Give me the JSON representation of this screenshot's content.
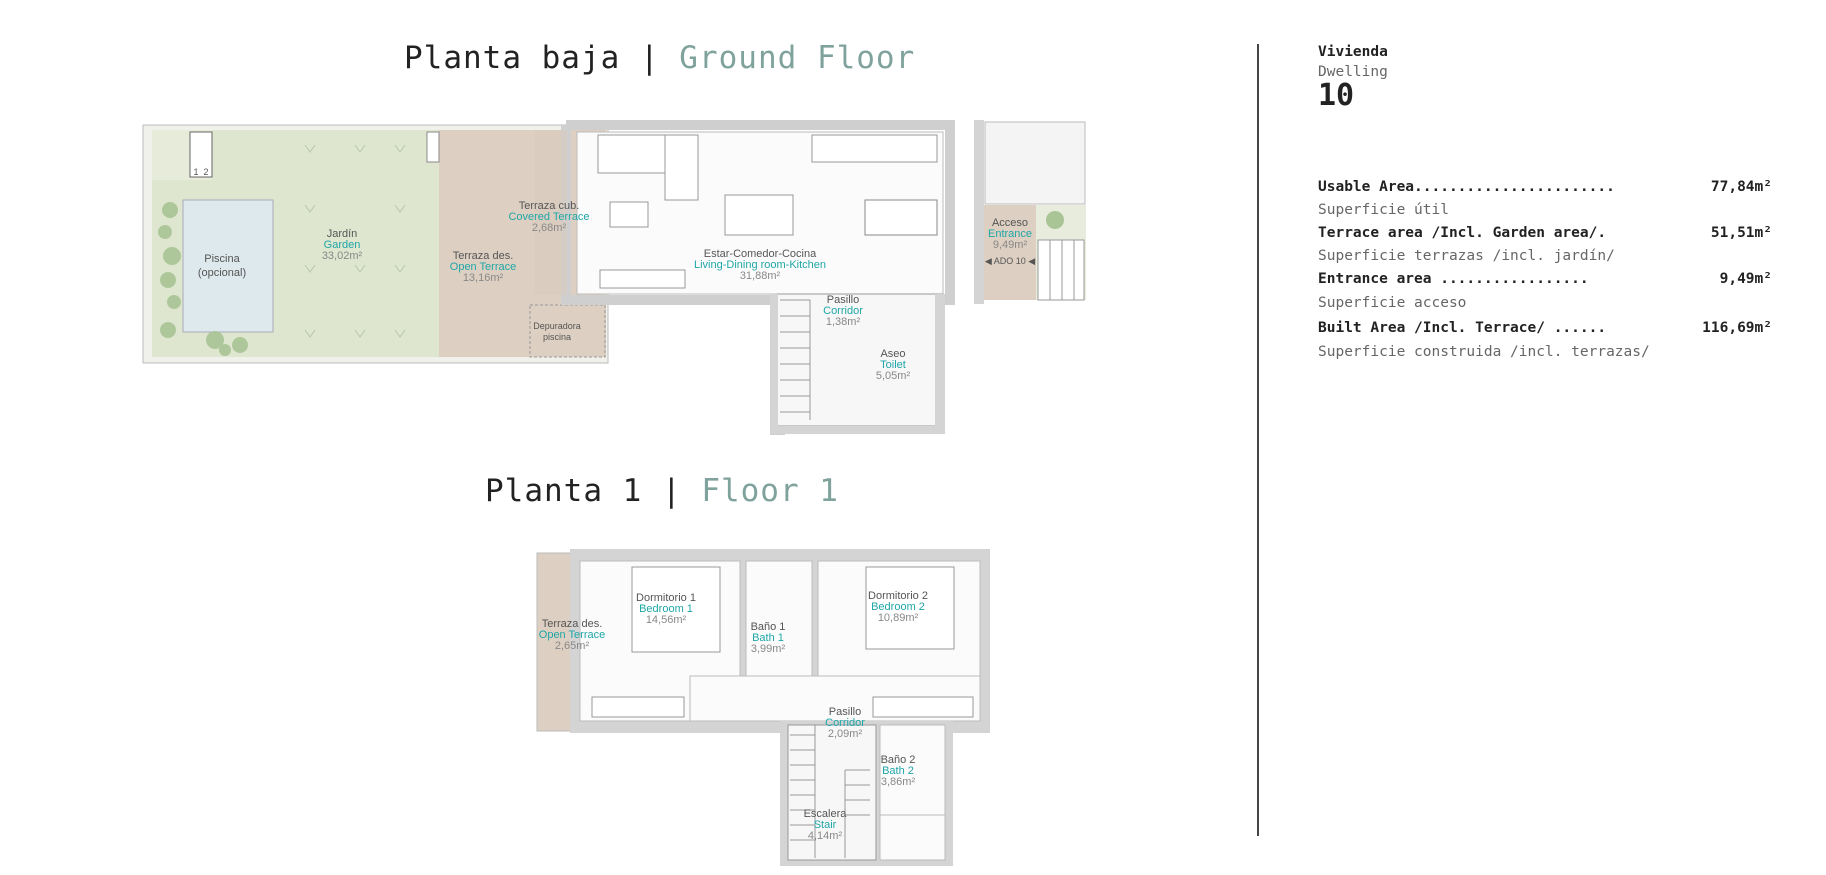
{
  "ground_floor": {
    "title_es": "Planta baja | ",
    "title_en": "Ground Floor",
    "rooms": [
      {
        "es": "Jardín",
        "en": "Garden",
        "area": "33,02m²"
      },
      {
        "es": "Terraza des.",
        "en": "Open Terrace",
        "area": "13,16m²"
      },
      {
        "es": "Terraza cub.",
        "en": "Covered Terrace",
        "area": "2,68m²"
      },
      {
        "es": "Estar-Comedor-Cocina",
        "en": "Living-Dining room-Kitchen",
        "area": "31,88m²"
      },
      {
        "es": "Acceso",
        "en": "Entrance",
        "area": "9,49m²"
      },
      {
        "es": "Pasillo",
        "en": "Corridor",
        "area": "1,38m²"
      },
      {
        "es": "Aseo",
        "en": "Toilet",
        "area": "5,05m²"
      }
    ],
    "pool": {
      "line1": "Piscina",
      "line2": "(opcional)"
    },
    "depuradora": {
      "line1": "Depuradora",
      "line2": "piscina"
    },
    "access_tag": "◀ ADO 10 ◀"
  },
  "floor_1": {
    "title_es": "Planta 1 | ",
    "title_en": "Floor 1",
    "rooms": [
      {
        "es": "Terraza des.",
        "en": "Open Terrace",
        "area": "2,65m²"
      },
      {
        "es": "Dormitorio 1",
        "en": "Bedroom 1",
        "area": "14,56m²"
      },
      {
        "es": "Baño 1",
        "en": "Bath 1",
        "area": "3,99m²"
      },
      {
        "es": "Dormitorio 2",
        "en": "Bedroom 2",
        "area": "10,89m²"
      },
      {
        "es": "Pasillo",
        "en": "Corridor",
        "area": "2,09m²"
      },
      {
        "es": "Baño 2",
        "en": "Bath 2",
        "area": "3,86m²"
      },
      {
        "es": "Escalera",
        "en": "Stair",
        "area": "4,14m²"
      }
    ]
  },
  "info": {
    "heading_es": "Vivienda",
    "heading_en": "Dwelling",
    "number": "10",
    "rows": [
      {
        "label": "Usable Area.......................",
        "value": "77,84m²",
        "sub": "Superficie útil"
      },
      {
        "label": "Terrace area /Incl. Garden area/.",
        "value": "51,51m²",
        "sub": "Superficie terrazas /incl. jardín/"
      },
      {
        "label": "Entrance area    .................",
        "value": "9,49m²",
        "sub": "Superficie acceso"
      },
      {
        "label": "Built Area /Incl. Terrace/ ......",
        "value": "116,69m²",
        "sub": "Superficie construida /incl. terrazas/"
      }
    ]
  },
  "colors": {
    "garden": "#dfe6cf",
    "terrace": "#ddd0c2",
    "pool": "#dde9ec",
    "wall": "#d4d4d4",
    "english_text": "#1fa6a8",
    "title_english": "#7fa39c"
  }
}
